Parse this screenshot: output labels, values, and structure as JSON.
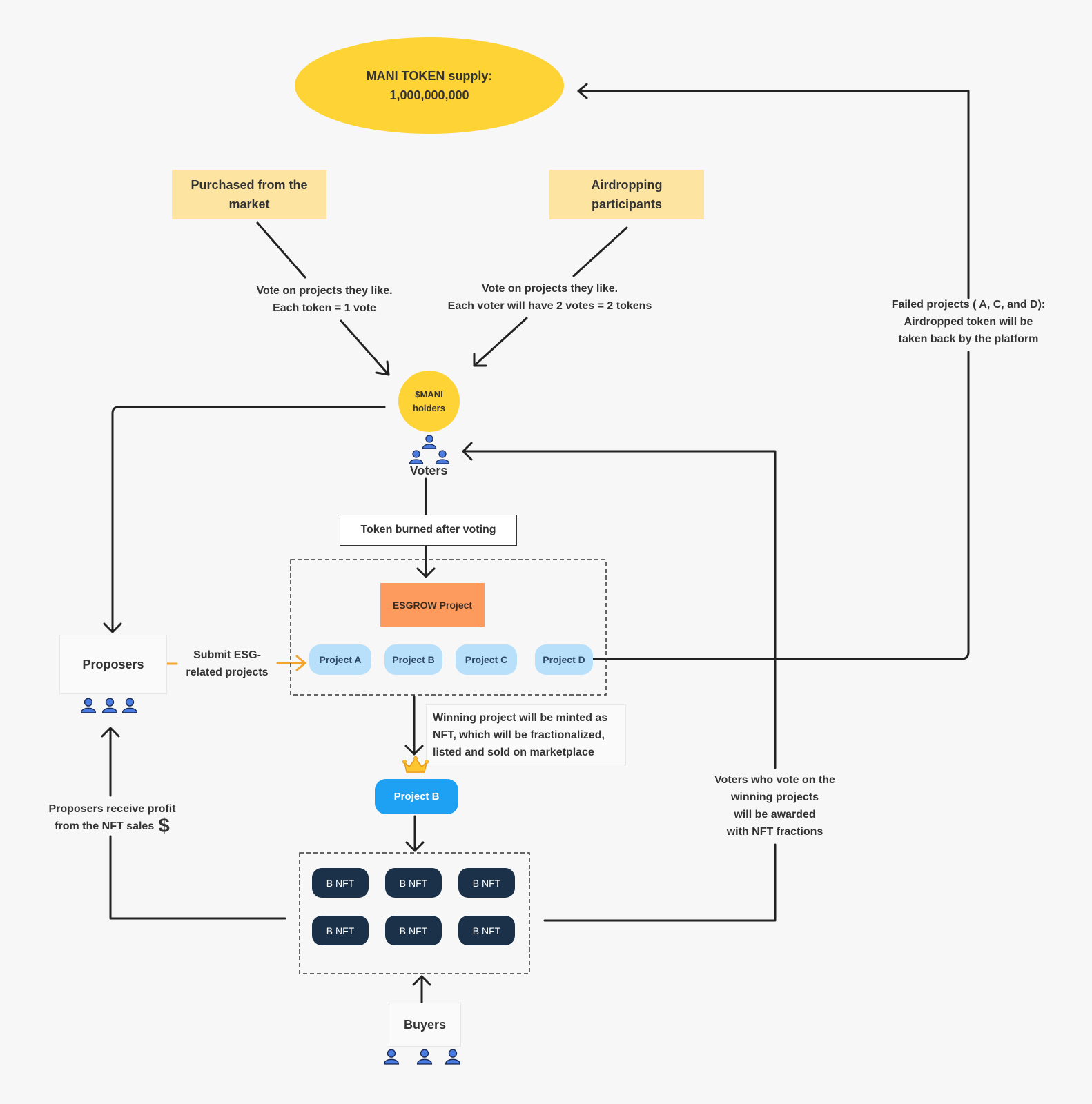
{
  "supply": {
    "line1": "MANI TOKEN supply:",
    "line2": "1,000,000,000"
  },
  "sources": {
    "market": {
      "line1": "Purchased from the",
      "line2": "market"
    },
    "airdrop": {
      "line1": "Airdropping",
      "line2": "participants"
    }
  },
  "vote_market": {
    "line1": "Vote on projects they like.",
    "line2": "Each token = 1 vote"
  },
  "vote_airdrop": {
    "line1": "Vote on projects they like.",
    "line2": "Each voter will have 2 votes = 2 tokens"
  },
  "failed": {
    "line1": "Failed projects ( A, C, and D):",
    "line2": "Airdropped token will be",
    "line3": "taken back by the platform"
  },
  "holders": {
    "line1": "$MANI",
    "line2": "holders"
  },
  "voters_label": "Voters",
  "burned": "Token burned after voting",
  "esgrow": "ESGROW Project",
  "projects": [
    "Project A",
    "Project B",
    "Project C",
    "Project D"
  ],
  "proposers_label": "Proposers",
  "submit": {
    "line1": "Submit ESG-",
    "line2": "related projects"
  },
  "winning": {
    "line1": "Winning project will be minted as",
    "line2": "NFT, which will be fractionalized,",
    "line3": "listed and sold on marketplace"
  },
  "winner": "Project B",
  "profit": {
    "line1": "Proposers receive profit",
    "line2": "from the NFT sales",
    "symbol": "$"
  },
  "awarded": {
    "line1": "Voters who vote on the",
    "line2": "winning projects",
    "line3": "will be awarded",
    "line4": "with NFT fractions"
  },
  "nfts": [
    "B NFT",
    "B NFT",
    "B NFT",
    "B NFT",
    "B NFT",
    "B NFT"
  ],
  "buyers_label": "Buyers",
  "icons": {
    "person": "user-icon",
    "crown": "crown-icon",
    "dollar": "dollar-icon"
  },
  "colors": {
    "yellow": "#fdd335",
    "note": "#fde5a1",
    "orange": "#fd9a5d",
    "project": "#b9e0fb",
    "winner": "#1ea0f3",
    "nft": "#1a3149",
    "line": "#222222",
    "accent": "#f4a52c"
  }
}
